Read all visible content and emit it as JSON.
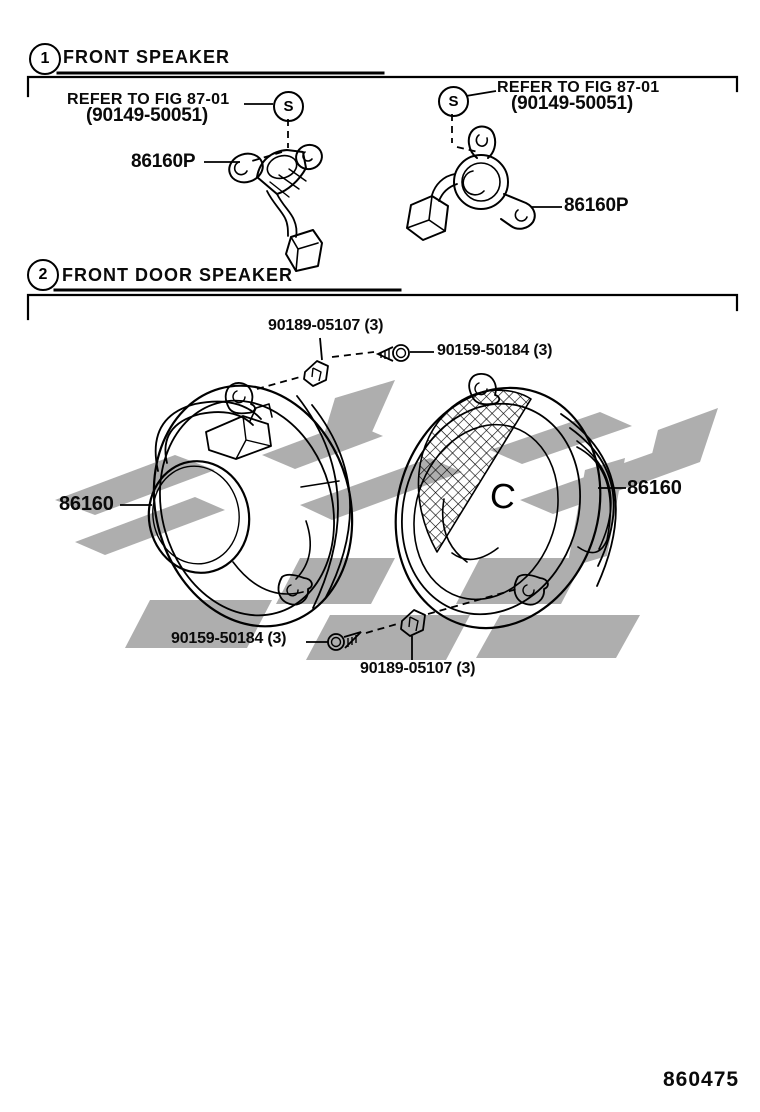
{
  "page": {
    "background": "#ffffff",
    "line_color": "#000000",
    "watermark_color": "#aeaeae",
    "figure_number": "860475"
  },
  "section1": {
    "badge": "1",
    "title": "FRONT SPEAKER",
    "refer_left": {
      "line1": "REFER TO FIG 87-01",
      "line2": "(90149-50051)",
      "symbol": "S"
    },
    "refer_right": {
      "line1": "REFER TO FIG 87-01",
      "line2": "(90149-50051)",
      "symbol": "S"
    },
    "label_left": "86160P",
    "label_right": "86160P"
  },
  "section2": {
    "badge": "2",
    "title": "FRONT DOOR SPEAKER",
    "top_clip_label": "90189-05107 (3)",
    "top_screw_label": "90159-50184 (3)",
    "bottom_screw_label": "90159-50184 (3)",
    "bottom_clip_label": "90189-05107 (3)",
    "left_speaker_label": "86160",
    "right_speaker_label": "86160",
    "cone_mark": "C"
  }
}
